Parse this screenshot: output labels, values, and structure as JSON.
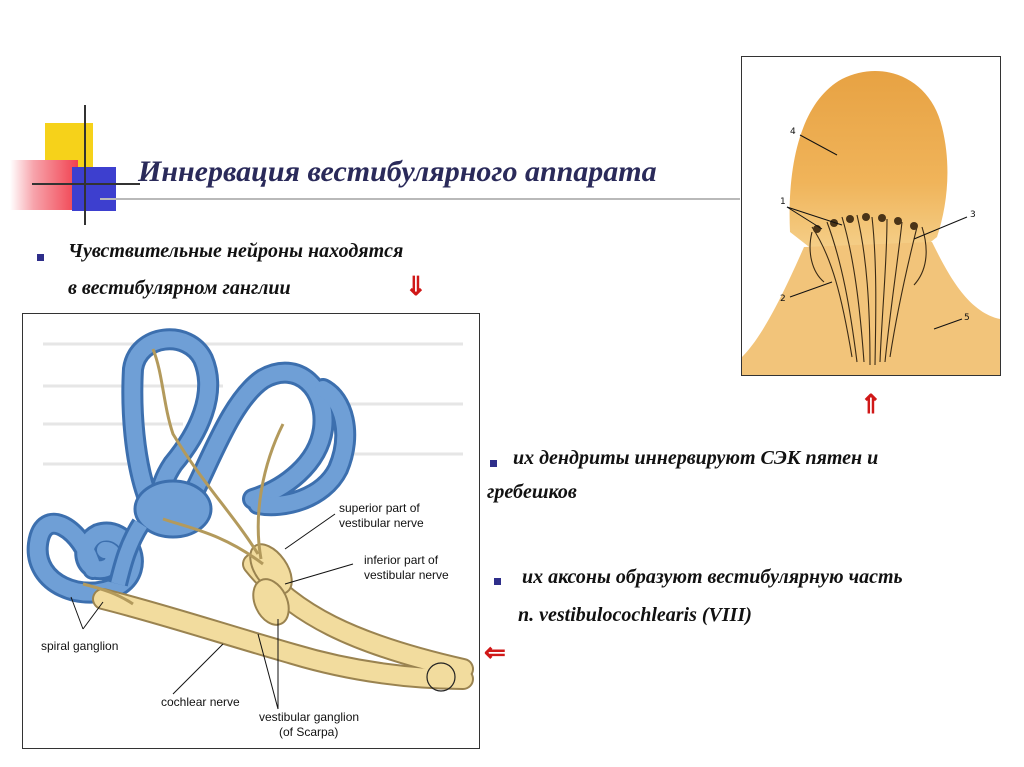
{
  "slide": {
    "title": "Иннервация вестибулярного аппарата",
    "bullets": [
      {
        "line1": "Чувствительные нейроны находятся",
        "line2": "в вестибулярном ганглии"
      },
      {
        "line1": "их дендриты иннервируют СЭК пятен и",
        "line2": "гребешков"
      },
      {
        "line1": "их аксоны образуют вестибулярную часть",
        "line2": "n. vestibulocochlearis (VIII)"
      }
    ],
    "arrows": {
      "down": "⇓",
      "up": "⇑",
      "left": "⇐"
    }
  },
  "ear_diagram": {
    "labels": {
      "superior_1": "superior part of",
      "superior_2": "vestibular nerve",
      "inferior_1": "inferior part of",
      "inferior_2": "vestibular nerve",
      "spiral_ganglion": "spiral ganglion",
      "cochlear_nerve": "cochlear nerve",
      "vestibular_ganglion_1": "vestibular ganglion",
      "vestibular_ganglion_2": "(of Scarpa)"
    },
    "colors": {
      "labyrinth": "#6f9fd6",
      "labyrinth_edge": "#3c6fae",
      "nerve": "#f2dc9e",
      "nerve_edge": "#9a8350"
    }
  },
  "crista_image": {
    "labels": {
      "n1": "1",
      "n2": "2",
      "n3": "3",
      "n4": "4",
      "n5": "5"
    },
    "colors": {
      "tissue": "#e9a84a",
      "tissue_light": "#f4cf86",
      "fiber": "#3a2a15"
    }
  },
  "decor_colors": {
    "yellow": "#f6d21a",
    "red": "#f1414f",
    "blue": "#3d3fcf"
  }
}
